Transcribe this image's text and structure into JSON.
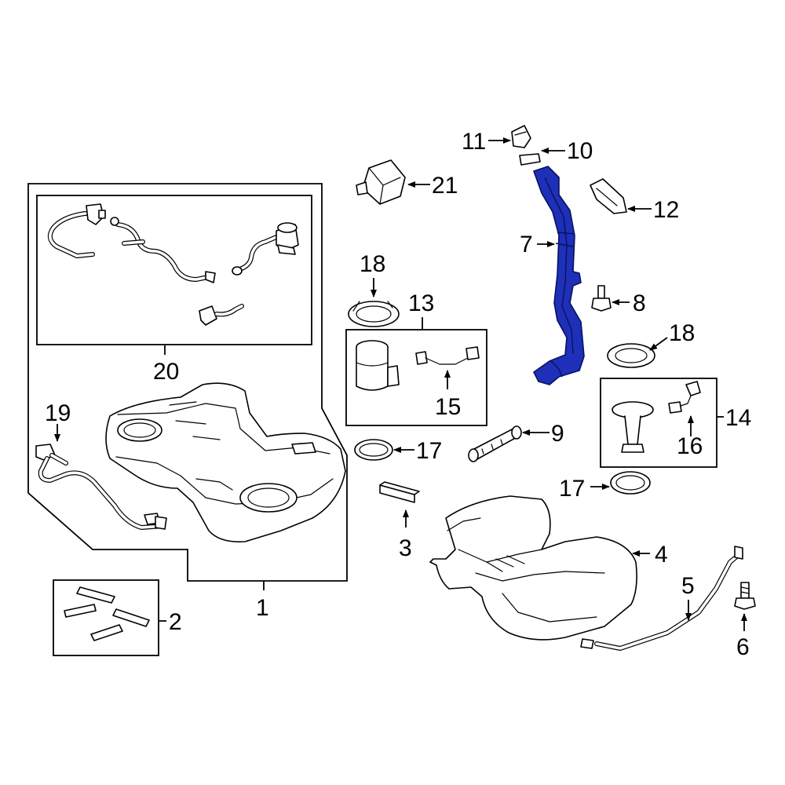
{
  "callouts": {
    "c1": "1",
    "c2": "2",
    "c3": "3",
    "c4": "4",
    "c5": "5",
    "c6": "6",
    "c7": "7",
    "c8": "8",
    "c9": "9",
    "c10": "10",
    "c11": "11",
    "c12": "12",
    "c13": "13",
    "c14": "14",
    "c15": "15",
    "c16": "16",
    "c17a": "17",
    "c17b": "17",
    "c18a": "18",
    "c18b": "18",
    "c19": "19",
    "c20": "20",
    "c21": "21"
  },
  "colors": {
    "highlight": "#1e2fb8",
    "line": "#000000",
    "background": "#ffffff"
  }
}
